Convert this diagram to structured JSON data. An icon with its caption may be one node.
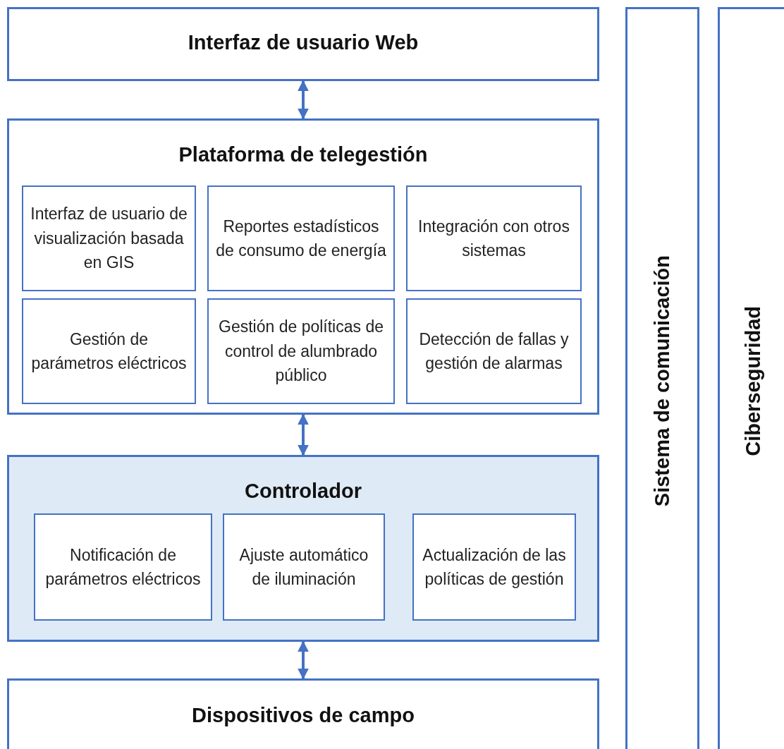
{
  "diagram": {
    "nodes": [
      {
        "text": [
          "Interfaz de usuario Web"
        ]
      },
      {
        "text": [
          "Plataforma de telegestión"
        ]
      },
      {
        "text": [
          "Interfaz de usuario de visualización basada en GIS"
        ],
        "in": 1
      },
      {
        "text": [
          "Reportes estadísticos de consumo de energía"
        ],
        "in": 1
      },
      {
        "text": [
          "Integración con otros sistemas"
        ],
        "in": 1
      },
      {
        "text": [
          "Gestión de parámetros eléctricos"
        ],
        "in": 1
      },
      {
        "text": [
          "Gestión de políticas de control de alumbrado público"
        ],
        "in": 1
      },
      {
        "text": [
          "Detección de fallas y gestión de alarmas"
        ],
        "in": 1
      },
      {
        "text": [
          "Controlador"
        ]
      },
      {
        "text": [
          "Notificación de parámetros eléctricos"
        ],
        "in": 8
      },
      {
        "text": [
          "Ajuste automático de iluminación"
        ],
        "in": 8
      },
      {
        "text": [
          "Actualización de las políticas de gestión"
        ],
        "in": 8
      },
      {
        "text": [
          "Dispositivos de campo"
        ]
      },
      {
        "text": [
          "Sistema de comunicación"
        ]
      },
      {
        "text": [
          "Ciberseguridad"
        ]
      }
    ],
    "edges": [
      {
        "from": 0,
        "to": 1,
        "arrow": "both"
      },
      {
        "from": 1,
        "to": 8,
        "arrow": "both"
      },
      {
        "from": 8,
        "to": 12,
        "arrow": "both"
      }
    ]
  }
}
